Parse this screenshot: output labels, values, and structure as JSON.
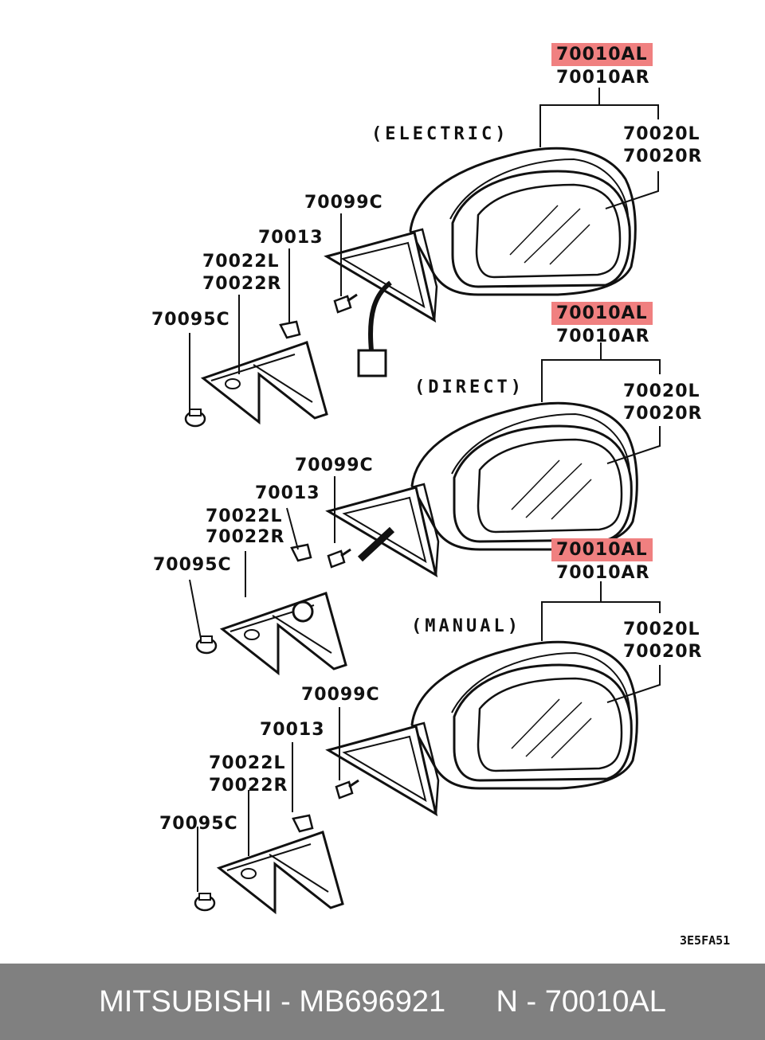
{
  "sections": [
    {
      "name": "(ELECTRIC)",
      "assembly_left": "70010AL",
      "assembly_right": "70010AR",
      "glass_left": "70020L",
      "glass_right": "70020R",
      "screw": "70099C",
      "clip": "70013",
      "cover_left": "70022L",
      "cover_right": "70022R",
      "fastener": "70095C"
    },
    {
      "name": "(DIRECT)",
      "assembly_left": "70010AL",
      "assembly_right": "70010AR",
      "glass_left": "70020L",
      "glass_right": "70020R",
      "screw": "70099C",
      "clip": "70013",
      "cover_left": "70022L",
      "cover_right": "70022R",
      "fastener": "70095C"
    },
    {
      "name": "(MANUAL)",
      "assembly_left": "70010AL",
      "assembly_right": "70010AR",
      "glass_left": "70020L",
      "glass_right": "70020R",
      "screw": "70099C",
      "clip": "70013",
      "cover_left": "70022L",
      "cover_right": "70022R",
      "fastener": "70095C"
    }
  ],
  "highlight_color": "#f08080",
  "figure_code": "3E5FA51",
  "footer": {
    "text": "MITSUBISHI - MB696921      N - 70010AL",
    "background": "#808080"
  }
}
